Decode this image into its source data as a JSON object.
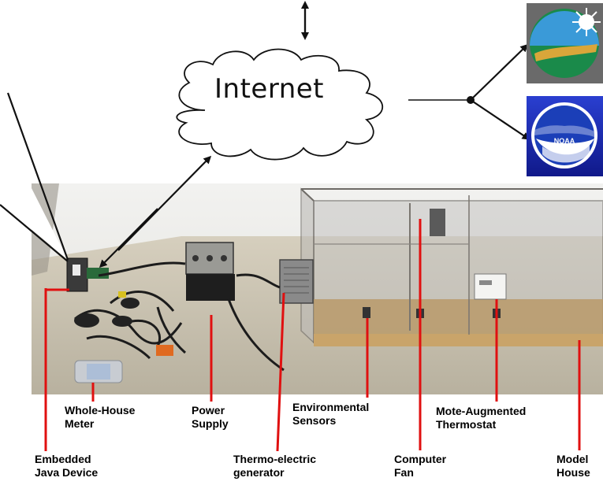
{
  "internet_label": "Internet",
  "logos": [
    {
      "icon": "sun-landscape-logo-icon"
    },
    {
      "icon": "noaa-logo-icon",
      "text": "NOAA"
    }
  ],
  "labels": {
    "embedded": [
      "Embedded",
      "Java Device"
    ],
    "meter": [
      "Whole-House",
      "Meter"
    ],
    "power": [
      "Power",
      "Supply"
    ],
    "thermo": [
      "Thermo-electric",
      "generator"
    ],
    "sensors": [
      "Environmental",
      "Sensors"
    ],
    "fan": [
      "Computer",
      "Fan"
    ],
    "thermostat": [
      "Mote-Augmented",
      "Thermostat"
    ],
    "house": [
      "Model",
      "House"
    ]
  },
  "colors": {
    "pointer_line": "#e01010",
    "arrow": "#111111",
    "wall": "#ebebeb",
    "table": "#c9c2b0"
  }
}
